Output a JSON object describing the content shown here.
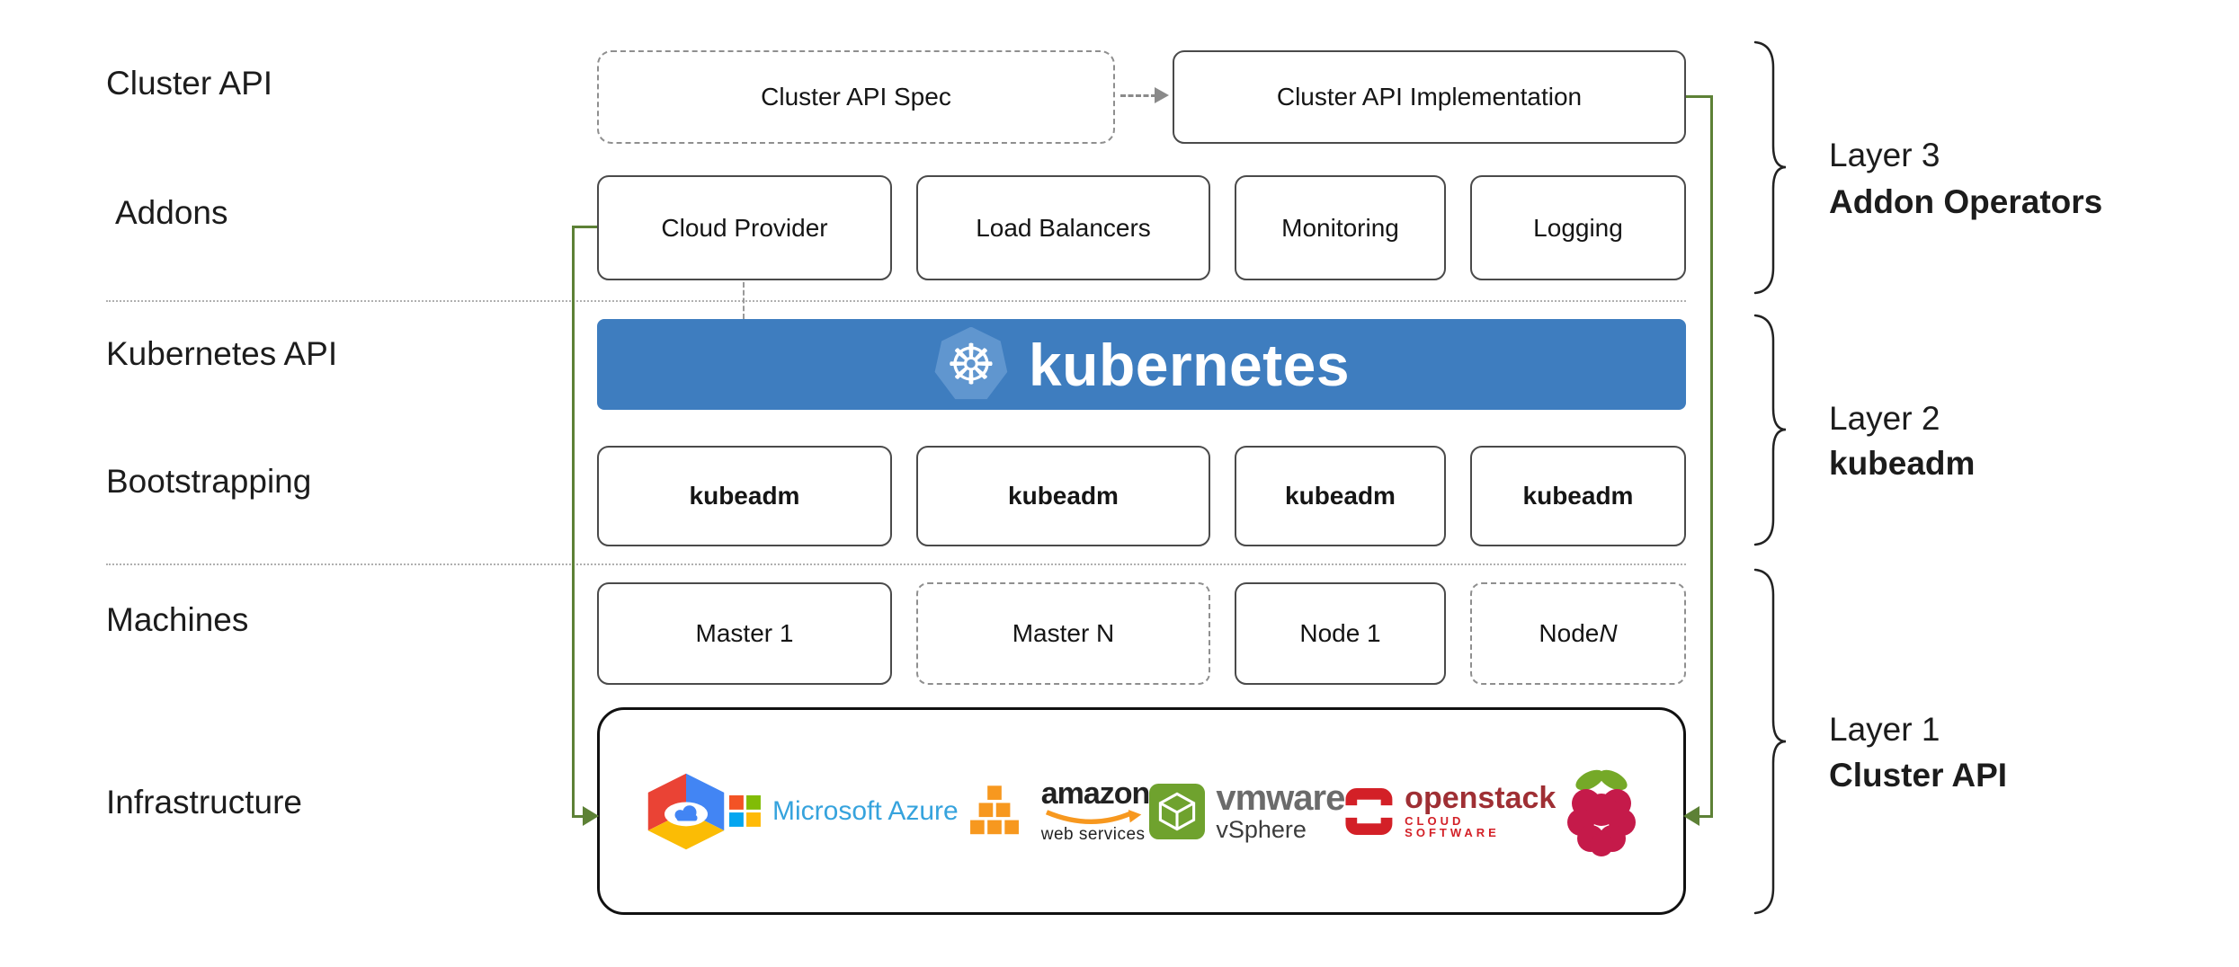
{
  "colors": {
    "kubernetes_blue": "#3e7dbf",
    "connector_green": "#5d8136",
    "azure_blue": "#36a3dd",
    "aws_orange": "#f7981f",
    "vmware_green": "#6fa22e",
    "openstack_red": "#d32027",
    "raspberry_magenta": "#c51a4a",
    "raspberry_leaf_green": "#75a928"
  },
  "left_labels": {
    "cluster_api": "Cluster API",
    "addons": "Addons",
    "kubernetes_api": "Kubernetes API",
    "bootstrapping": "Bootstrapping",
    "machines": "Machines",
    "infrastructure": "Infrastructure"
  },
  "cluster_api_row": {
    "spec_label": "Cluster API Spec",
    "implementation_label": "Cluster API Implementation"
  },
  "addons_row": {
    "items": [
      "Cloud Provider",
      "Load Balancers",
      "Monitoring",
      "Logging"
    ]
  },
  "kubernetes_banner": {
    "label": "kubernetes",
    "wheel_glyph": "☸"
  },
  "bootstrapping_row": {
    "items": [
      "kubeadm",
      "kubeadm",
      "kubeadm",
      "kubeadm"
    ]
  },
  "machines_row": {
    "items": [
      {
        "label": "Master 1"
      },
      {
        "label": "Master N"
      },
      {
        "label": "Node 1"
      },
      {
        "label": "Node ",
        "italic_suffix": "N"
      }
    ]
  },
  "infrastructure_box": {
    "providers": {
      "azure": {
        "text": "Microsoft Azure"
      },
      "aws": {
        "line1": "amazon",
        "line2": "web services"
      },
      "vmware": {
        "line1": "vmware",
        "line2": "vSphere"
      },
      "openstack": {
        "line1": "openstack",
        "line2": "CLOUD SOFTWARE"
      }
    }
  },
  "layer_labels": [
    {
      "title": "Layer 3",
      "subtitle": "Addon Operators"
    },
    {
      "title": "Layer 2",
      "subtitle": "kubeadm"
    },
    {
      "title": "Layer 1",
      "subtitle": "Cluster API"
    }
  ]
}
